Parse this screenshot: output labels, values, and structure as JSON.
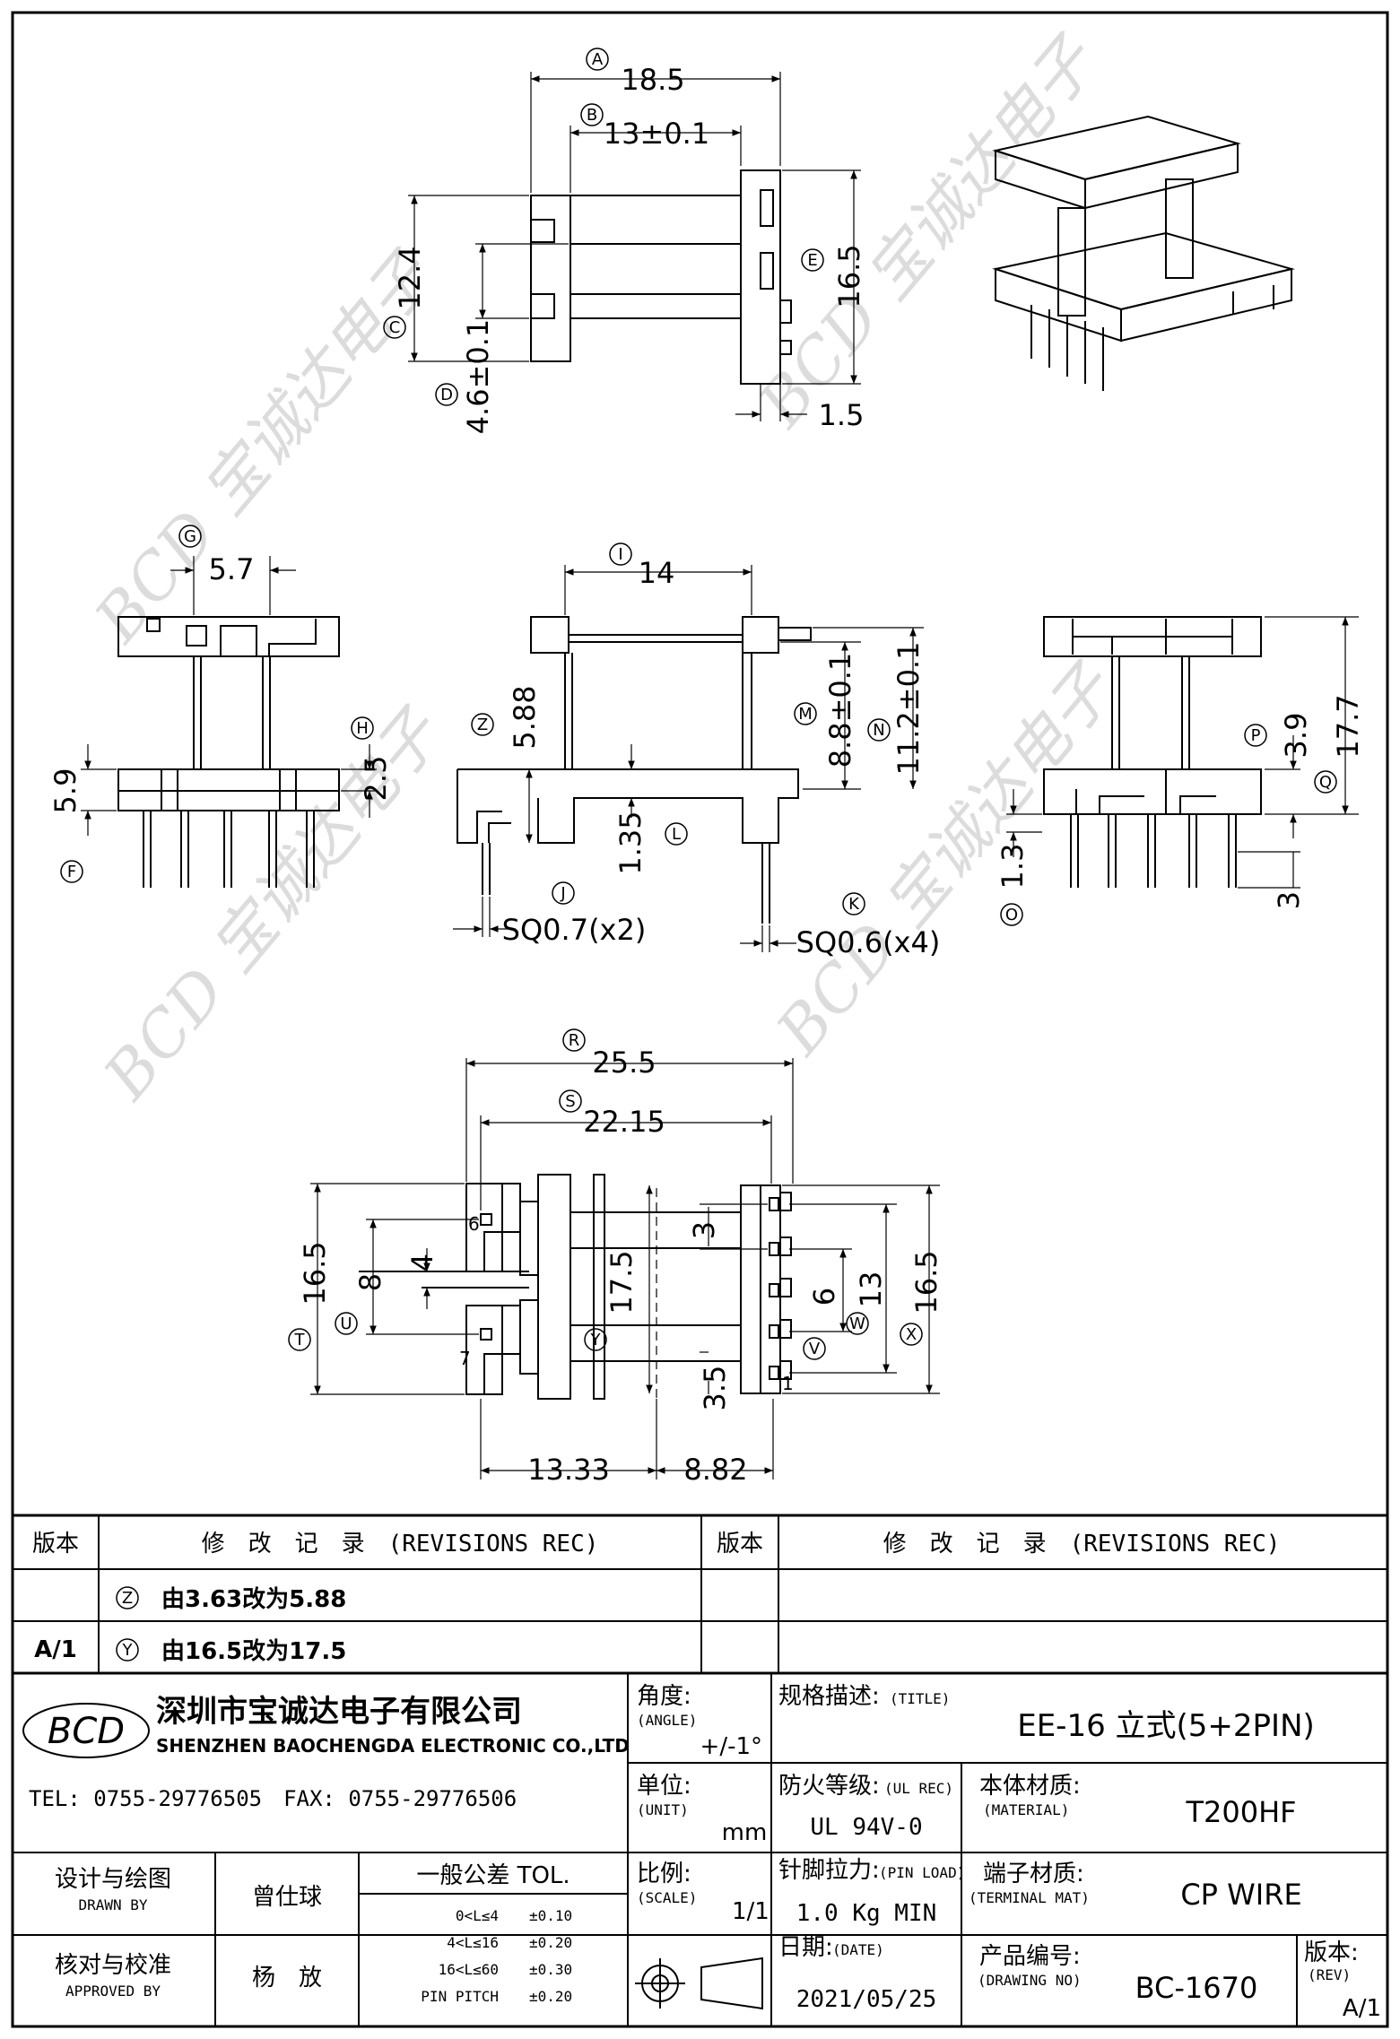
{
  "drawing": {
    "top_view": {
      "A": {
        "tag": "A",
        "value": "18.5"
      },
      "B": {
        "tag": "B",
        "value": "13±0.1"
      },
      "C": {
        "tag": "C",
        "value": "12.4"
      },
      "D": {
        "tag": "D",
        "value": "4.6±0.1"
      },
      "E": {
        "tag": "E",
        "value": "16.5"
      },
      "F15": {
        "value": "1.5"
      }
    },
    "side_view_left": {
      "G": {
        "tag": "G",
        "value": "5.7"
      },
      "H": {
        "tag": "H",
        "value": "2.5"
      },
      "F": {
        "tag": "F",
        "value": "5.9"
      }
    },
    "front_view": {
      "I": {
        "tag": "I",
        "value": "14"
      },
      "Z": {
        "tag": "Z",
        "value": "5.88"
      },
      "M": {
        "tag": "M",
        "value": "8.8±0.1"
      },
      "N": {
        "tag": "N",
        "value": "11.2±0.1"
      },
      "L": {
        "tag": "L",
        "value": "1.35"
      },
      "J": {
        "tag": "J",
        "value": "SQ0.7(x2)"
      },
      "K": {
        "tag": "K",
        "value": "SQ0.6(x4)"
      }
    },
    "side_view_right": {
      "P": {
        "tag": "P",
        "value": "3.9"
      },
      "Q": {
        "tag": "Q",
        "value": "17.7"
      },
      "O": {
        "tag": "O",
        "value": "1.3"
      },
      "pin": {
        "value": "3"
      }
    },
    "bottom_view": {
      "R": {
        "tag": "R",
        "value": "25.5"
      },
      "S": {
        "tag": "S",
        "value": "22.15"
      },
      "T": {
        "tag": "T",
        "value": "16.5"
      },
      "U": {
        "tag": "U",
        "value": "8"
      },
      "four": {
        "value": "4"
      },
      "Y": {
        "tag": "Y",
        "value": "17.5"
      },
      "three": {
        "value": "3"
      },
      "six": {
        "value": "6"
      },
      "W": {
        "tag": "W",
        "value": "13"
      },
      "X": {
        "tag": "X",
        "value": "16.5"
      },
      "V": {
        "tag": "V",
        "value": "3.5"
      },
      "b1": {
        "value": "13.33"
      },
      "b2": {
        "value": "8.82"
      },
      "pin6": "6",
      "pin7": "7",
      "pin1": "1"
    }
  },
  "revisions": {
    "col_version": "版本",
    "col_record": "修　改　记　录　(REVISIONS REC)",
    "rows": [
      {
        "version": "",
        "tag": "Z",
        "text": "由3.63改为5.88"
      },
      {
        "version": "A/1",
        "tag": "Y",
        "text": "由16.5改为17.5"
      }
    ]
  },
  "company": {
    "logo_text": "BCD",
    "name_cn": "深圳市宝诚达电子有限公司",
    "name_en": "SHENZHEN BAOCHENGDA ELECTRONIC CO.,LTD",
    "tel": "TEL: 0755-29776505　FAX: 0755-29776506"
  },
  "titleblock": {
    "angle_label": "角度:",
    "angle_label_en": "(ANGLE)",
    "angle_value": "+/-1°",
    "title_label": "规格描述:",
    "title_label_en": "(TITLE)",
    "title_value": "EE-16 立式(5+2PIN)",
    "unit_label": "单位:",
    "unit_label_en": "(UNIT)",
    "unit_value": "mm",
    "ul_label": "防火等级:",
    "ul_label_en": "(UL REC)",
    "ul_value": "UL 94V-0",
    "material_label": "本体材质:",
    "material_label_en": "(MATERIAL)",
    "material_value": "T200HF",
    "drawn_label": "设计与绘图",
    "drawn_label_en": "DRAWN BY",
    "drawn_value": "曾仕球",
    "tol_label": "一般公差 TOL.",
    "tol_rows": [
      {
        "range": "0<L≤4",
        "value": "±0.10"
      },
      {
        "range": "4<L≤16",
        "value": "±0.20"
      },
      {
        "range": "16<L≤60",
        "value": "±0.30"
      },
      {
        "range": "PIN PITCH",
        "value": "±0.20"
      }
    ],
    "scale_label": "比例:",
    "scale_label_en": "(SCALE)",
    "scale_value": "1/1",
    "pinload_label": "针脚拉力:",
    "pinload_label_en": "(PIN LOAD)",
    "pinload_value": "1.0 Kg MIN",
    "terminal_label": "端子材质:",
    "terminal_label_en": "(TERMINAL MAT)",
    "terminal_value": "CP WIRE",
    "approved_label": "核对与校准",
    "approved_label_en": "APPROVED BY",
    "approved_value": "杨　放",
    "date_label": "日期:",
    "date_label_en": "(DATE)",
    "date_value": "2021/05/25",
    "drawing_no_label": "产品编号:",
    "drawing_no_label_en": "(DRAWING NO)",
    "drawing_no_value": "BC-1670",
    "rev_label": "版本:",
    "rev_label_en": "(REV)",
    "rev_value": "A/1"
  }
}
